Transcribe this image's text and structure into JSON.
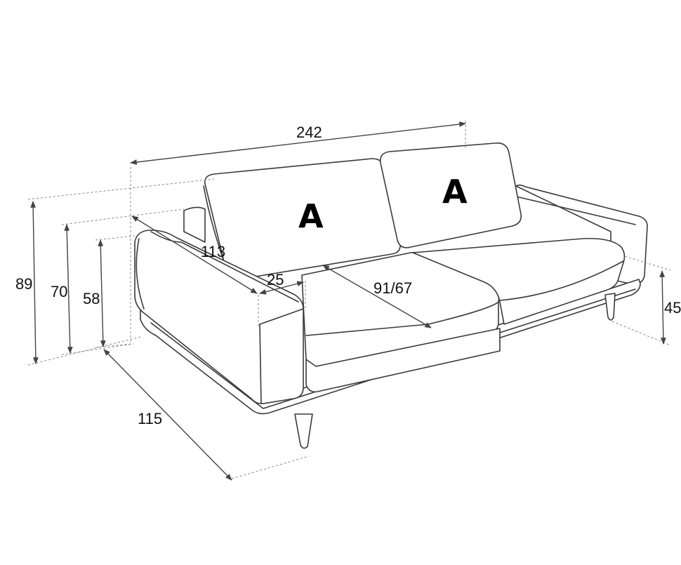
{
  "diagram": {
    "subject": "Sofa dimension drawing",
    "cushion_labels": [
      "A",
      "A"
    ],
    "dimensions": {
      "total_width": "242",
      "total_height": "89",
      "backrest_height": "70",
      "armrest_height": "58",
      "inner_length": "113",
      "armrest_width": "25",
      "seat_depth": "91/67",
      "seat_height": "45",
      "total_depth": "115"
    },
    "colors": {
      "line": "#3a3a3a",
      "background": "#ffffff",
      "text": "#111111"
    }
  }
}
